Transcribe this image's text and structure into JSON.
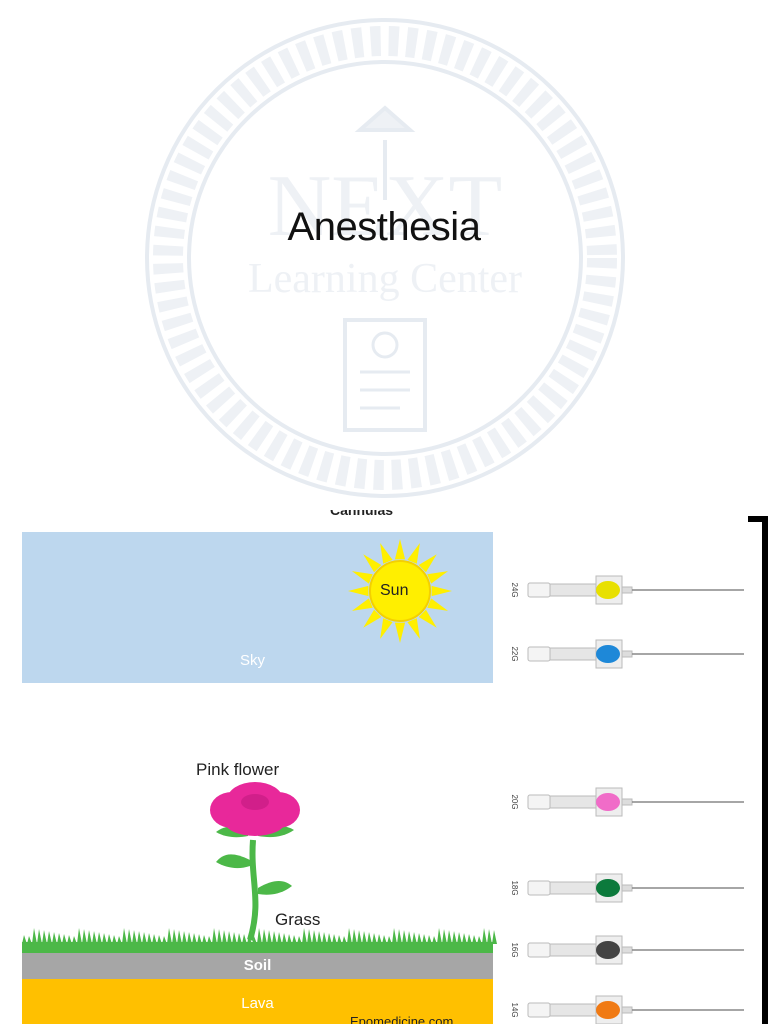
{
  "slide": {
    "title": "Anesthesia",
    "watermark_line1": "NEXT",
    "watermark_line2": "Learning Center"
  },
  "figure": {
    "cut_caption": "Cannulas",
    "sky_label": "Sky",
    "sun_label": "Sun",
    "flower_label": "Pink flower",
    "grass_label": "Grass",
    "soil_label": "Soil",
    "lava_label": "Lava",
    "credit": "Epomedicine.com"
  },
  "cannulas": [
    {
      "gauge": "24G",
      "color": "#e8e000"
    },
    {
      "gauge": "22G",
      "color": "#1e88d8"
    },
    {
      "gauge": "20G",
      "color": "#f06cc8"
    },
    {
      "gauge": "18G",
      "color": "#0c7a3c"
    },
    {
      "gauge": "16G",
      "color": "#444444"
    },
    {
      "gauge": "14G",
      "color": "#f07a14"
    }
  ],
  "colors": {
    "sky": "#bdd7ee",
    "sun": "#ffef00",
    "flower": "#e8289a",
    "leaf": "#4cb848",
    "soil": "#a6a6a6",
    "lava": "#ffc000"
  }
}
